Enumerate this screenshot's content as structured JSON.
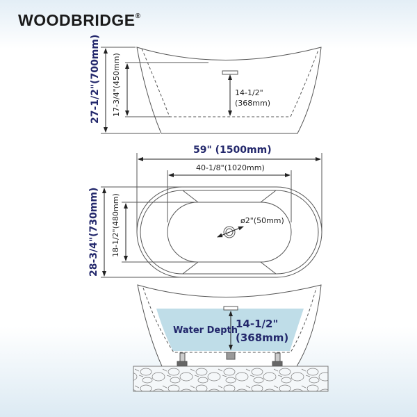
{
  "brand": {
    "name": "WOODBRIDGE",
    "mark": "®"
  },
  "side_view": {
    "overall_height": "27-1/2\"(700mm)",
    "interior_depth": "17-3/4\"(450mm)",
    "overflow_to_drain": [
      "14-1/2\"",
      "(368mm)"
    ]
  },
  "top_view": {
    "overall_length": "59\" (1500mm)",
    "bottom_length": "40-1/8\"(1020mm)",
    "overall_width": "28-3/4\"(730mm)",
    "bottom_width": "18-1/2\"(480mm)",
    "drain_diameter": "ø2\"(50mm)"
  },
  "water_view": {
    "label": "Water Depth",
    "depth": [
      "14-1/2\"",
      "(368mm)"
    ]
  },
  "colors": {
    "accent": "#22276b",
    "water": "#bfdde8",
    "line": "#555555"
  }
}
